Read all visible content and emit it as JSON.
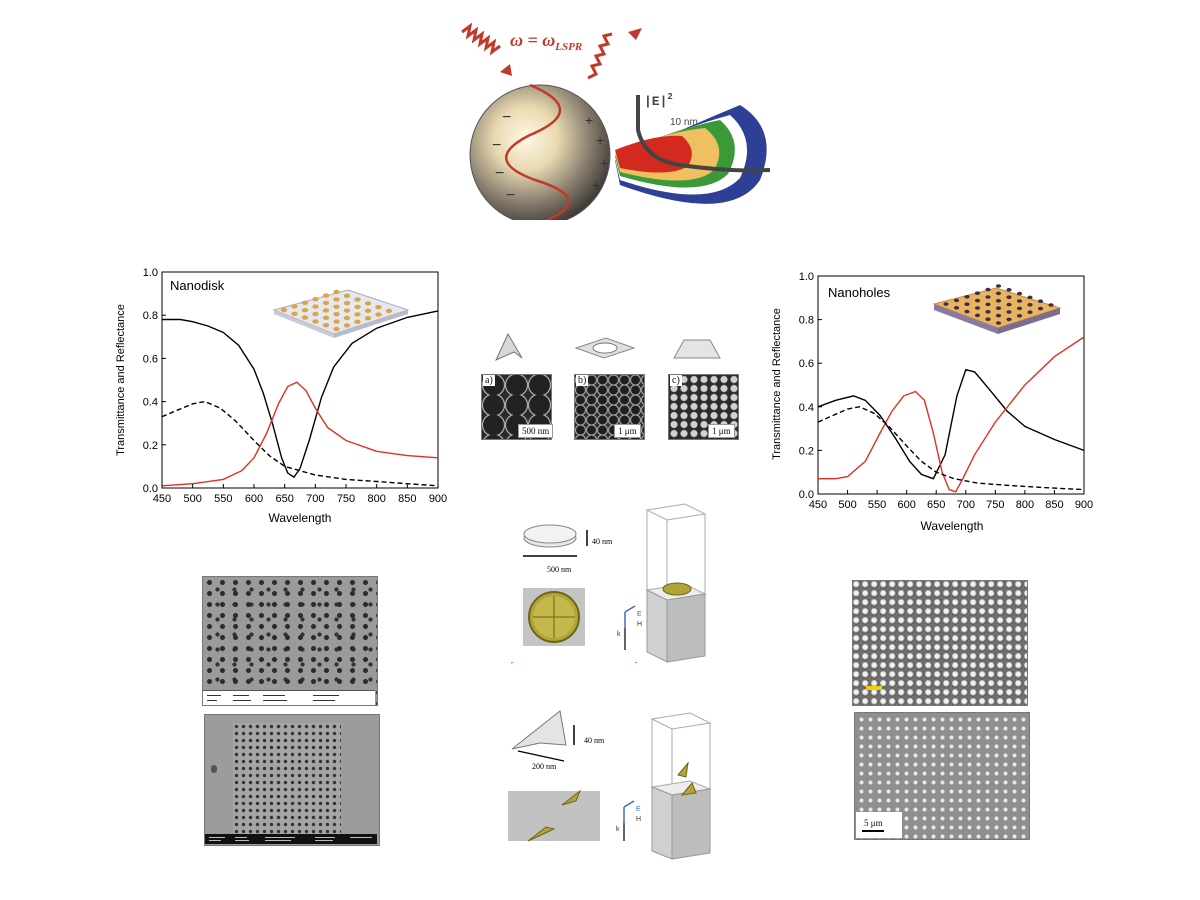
{
  "top_diagram": {
    "equation": "ω = ω",
    "equation_sub": "LSPR",
    "field_label": "|E|",
    "field_sup": "2",
    "distance_label": "10 nm",
    "minus_sign": "−",
    "plus_sign": "+"
  },
  "nanostructures": {
    "panel_a": "a)",
    "panel_b": "b)",
    "panel_c": "c)",
    "scale_a": "500 nm",
    "scale_b": "1 μm",
    "scale_c": "1 μm"
  },
  "disk_model": {
    "height_label": "40 nm",
    "width_label": "500 nm",
    "axis_e": "E",
    "axis_h": "H",
    "axis_k": "k"
  },
  "triangle_model": {
    "height_label": "40 nm",
    "width_label": "200 nm",
    "axis_e": "E",
    "axis_h": "H",
    "axis_k": "k"
  },
  "right_sem": {
    "scale_label": "5 μm"
  },
  "colors": {
    "field_red": "#d22a1e",
    "field_yellow": "#f0c060",
    "field_green": "#3a9a3a",
    "field_blue": "#2e3f96",
    "gold": "#c8a36a",
    "wave_red": "#c0392b"
  },
  "chart_data": [
    {
      "type": "line",
      "title": "Nanodisk",
      "xlabel": "Wavelength",
      "ylabel": "Transmittance and Reflectance",
      "xlim": [
        450,
        900
      ],
      "ylim": [
        0.0,
        1.0
      ],
      "xticks": [
        450,
        500,
        550,
        600,
        650,
        700,
        750,
        800,
        850,
        900
      ],
      "yticks": [
        0.0,
        0.2,
        0.4,
        0.6,
        0.8,
        1.0
      ],
      "series": [
        {
          "color": "#000000",
          "dash": "solid",
          "x": [
            450,
            480,
            500,
            525,
            550,
            575,
            600,
            615,
            630,
            645,
            655,
            665,
            675,
            690,
            710,
            730,
            760,
            800,
            850,
            900
          ],
          "y": [
            0.78,
            0.78,
            0.77,
            0.75,
            0.72,
            0.66,
            0.55,
            0.44,
            0.3,
            0.14,
            0.07,
            0.05,
            0.09,
            0.22,
            0.42,
            0.56,
            0.67,
            0.74,
            0.79,
            0.82
          ]
        },
        {
          "color": "#e03020",
          "dash": "solid",
          "x": [
            450,
            500,
            550,
            580,
            600,
            620,
            640,
            655,
            670,
            685,
            700,
            720,
            750,
            800,
            850,
            900
          ],
          "y": [
            0.01,
            0.02,
            0.04,
            0.08,
            0.14,
            0.25,
            0.39,
            0.47,
            0.49,
            0.45,
            0.37,
            0.28,
            0.22,
            0.17,
            0.15,
            0.14
          ]
        },
        {
          "color": "#000000",
          "dash": "dashed",
          "x": [
            450,
            475,
            500,
            520,
            545,
            570,
            600,
            625,
            650,
            675,
            700,
            750,
            800,
            850,
            900
          ],
          "y": [
            0.33,
            0.36,
            0.39,
            0.4,
            0.37,
            0.31,
            0.22,
            0.15,
            0.1,
            0.08,
            0.06,
            0.04,
            0.03,
            0.02,
            0.01
          ]
        }
      ]
    },
    {
      "type": "line",
      "title": "Nanoholes",
      "xlabel": "Wavelength",
      "ylabel": "Transmittance and Reflectance",
      "xlim": [
        450,
        900
      ],
      "ylim": [
        0.0,
        1.0
      ],
      "xticks": [
        450,
        500,
        550,
        600,
        650,
        700,
        750,
        800,
        850,
        900
      ],
      "yticks": [
        0.0,
        0.2,
        0.4,
        0.6,
        0.8,
        1.0
      ],
      "series": [
        {
          "color": "#000000",
          "dash": "solid",
          "x": [
            450,
            480,
            510,
            530,
            555,
            580,
            605,
            625,
            645,
            665,
            685,
            700,
            715,
            740,
            770,
            800,
            850,
            900
          ],
          "y": [
            0.4,
            0.43,
            0.45,
            0.43,
            0.36,
            0.26,
            0.15,
            0.09,
            0.07,
            0.18,
            0.45,
            0.57,
            0.56,
            0.48,
            0.38,
            0.31,
            0.25,
            0.2
          ]
        },
        {
          "color": "#e03020",
          "dash": "solid",
          "x": [
            450,
            480,
            500,
            530,
            555,
            575,
            595,
            615,
            630,
            645,
            660,
            672,
            683,
            695,
            715,
            750,
            800,
            850,
            900
          ],
          "y": [
            0.07,
            0.07,
            0.08,
            0.15,
            0.28,
            0.38,
            0.45,
            0.47,
            0.43,
            0.28,
            0.1,
            0.02,
            0.01,
            0.07,
            0.18,
            0.33,
            0.5,
            0.63,
            0.72
          ]
        },
        {
          "color": "#000000",
          "dash": "dashed",
          "x": [
            450,
            475,
            500,
            520,
            545,
            570,
            600,
            625,
            650,
            680,
            720,
            770,
            830,
            900
          ],
          "y": [
            0.33,
            0.36,
            0.39,
            0.4,
            0.37,
            0.31,
            0.22,
            0.15,
            0.1,
            0.07,
            0.05,
            0.04,
            0.03,
            0.02
          ]
        }
      ]
    }
  ]
}
